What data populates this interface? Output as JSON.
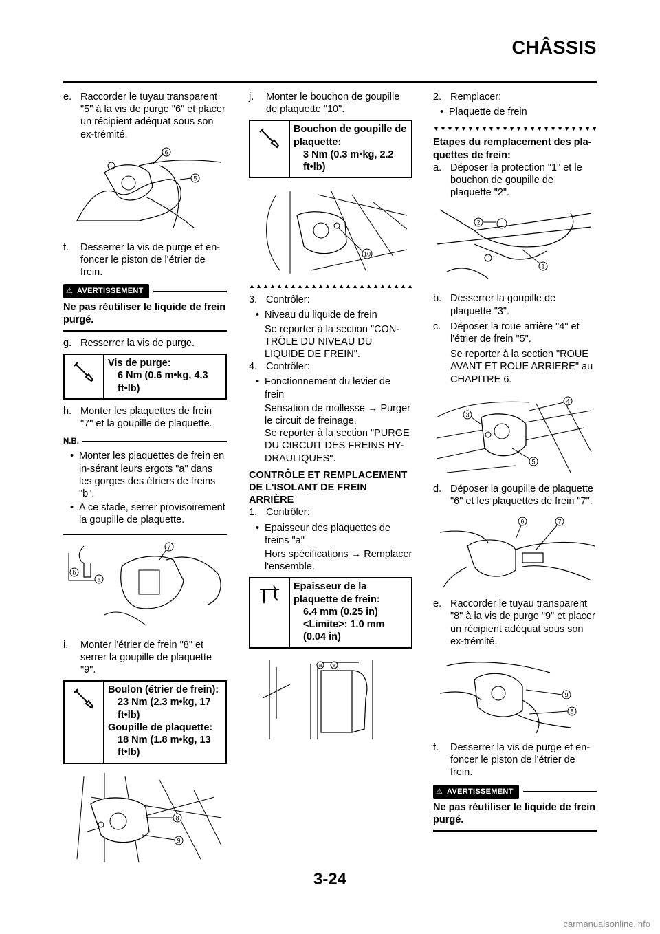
{
  "header": {
    "title": "CHÂSSIS"
  },
  "page_number": "3-24",
  "watermark": "carmanualsonline.info",
  "col1": {
    "e": {
      "letter": "e.",
      "text": "Raccorder le tuyau transparent \"5\" à la vis de purge \"6\" et placer un récipient adéquat sous son ex-trémité."
    },
    "fig1_labels": [
      "6",
      "5"
    ],
    "f": {
      "letter": "f.",
      "text": "Desserrer la vis de purge et en-foncer le piston de l'étrier de frein."
    },
    "warning": {
      "badge": "AVERTISSEMENT",
      "text": "Ne pas réutiliser le liquide de frein purgé."
    },
    "g": {
      "letter": "g.",
      "text": "Resserrer la vis de purge."
    },
    "spec1": {
      "title": "Vis de purge:",
      "value": "6 Nm (0.6 m•kg, 4.3 ft•lb)"
    },
    "h": {
      "letter": "h.",
      "text": "Monter les plaquettes de frein \"7\" et la goupille de plaquette."
    },
    "nb": {
      "label": "N.B.",
      "items": [
        "Monter les plaquettes de frein en in-sérant leurs ergots \"a\" dans les gorges des étriers de freins \"b\".",
        "A ce stade, serrer provisoirement la goupille de plaquette."
      ]
    },
    "fig2_labels": [
      "7",
      "b",
      "a"
    ],
    "i": {
      "letter": "i.",
      "text": "Monter l'étrier de frein \"8\" et serrer la goupille de plaquette \"9\"."
    },
    "spec2": {
      "title1": "Boulon (étrier de frein):",
      "value1": "23 Nm (2.3 m•kg, 17 ft•lb)",
      "title2": "Goupille de plaquette:",
      "value2": "18 Nm (1.8 m•kg, 13 ft•lb)"
    },
    "fig3_labels": [
      "8",
      "9"
    ]
  },
  "col2": {
    "j": {
      "letter": "j.",
      "text": "Monter le bouchon de goupille de plaquette \"10\"."
    },
    "spec3": {
      "title": "Bouchon de goupille de plaquette:",
      "value": "3 Nm (0.3 m•kg, 2.2 ft•lb)"
    },
    "fig4_labels": [
      "10"
    ],
    "triangles": "▲▲▲▲▲▲▲▲▲▲▲▲▲▲▲▲▲▲▲▲▲▲▲▲▲▲▲",
    "s3": {
      "num": "3.",
      "text": "Contrôler:"
    },
    "s3_bullet": "Niveau du liquide de frein",
    "s3_ref": "Se reporter à la section \"CON-TRÔLE DU NIVEAU DU LIQUIDE DE FREIN\".",
    "s4": {
      "num": "4.",
      "text": "Contrôler:"
    },
    "s4_bullet": "Fonctionnement du levier de frein",
    "s4_result": "Sensation de mollesse → Purger le circuit de freinage.",
    "s4_ref": "Se reporter à la section \"PURGE DU CIRCUIT DES FREINS HY-DRAULIQUES\".",
    "section_title": "CONTRÔLE ET REMPLACEMENT DE L'ISOLANT DE FREIN ARRIÈRE",
    "s1": {
      "num": "1.",
      "text": "Contrôler:"
    },
    "s1_bullet": "Epaisseur des plaquettes de freins \"a\"",
    "s1_result": "Hors spécifications → Remplacer l'ensemble.",
    "spec4": {
      "title": "Epaisseur de la plaquette de frein:",
      "value1": "6.4 mm (0.25 in)",
      "value2": "<Limite>: 1.0 mm (0.04 in)"
    },
    "fig5_labels": [
      "a",
      "a"
    ]
  },
  "col3": {
    "s2": {
      "num": "2.",
      "text": "Remplacer:"
    },
    "s2_bullet": "Plaquette de frein",
    "triangles": "▼▼▼▼▼▼▼▼▼▼▼▼▼▼▼▼▼▼▼▼▼▼▼▼▼▼▼",
    "steps_title": "Etapes du remplacement des pla-quettes de frein:",
    "a": {
      "letter": "a.",
      "text": "Déposer la protection \"1\" et le bouchon de goupille de plaquette \"2\"."
    },
    "fig6_labels": [
      "2",
      "1"
    ],
    "b": {
      "letter": "b.",
      "text": "Desserrer la goupille de plaquette \"3\"."
    },
    "c": {
      "letter": "c.",
      "text": "Déposer la roue arrière \"4\" et l'étrier de frein \"5\"."
    },
    "c_ref": "Se reporter à la section \"ROUE AVANT ET ROUE ARRIERE\" au CHAPITRE 6.",
    "fig7_labels": [
      "4",
      "3",
      "5"
    ],
    "d": {
      "letter": "d.",
      "text": "Déposer la goupille de plaquette \"6\" et les plaquettes de frein \"7\"."
    },
    "fig8_labels": [
      "6",
      "7"
    ],
    "e": {
      "letter": "e.",
      "text": "Raccorder le tuyau transparent \"8\" à la vis de purge \"9\" et placer un récipient adéquat sous son ex-trémité."
    },
    "fig9_labels": [
      "9",
      "8"
    ],
    "f": {
      "letter": "f.",
      "text": "Desserrer la vis de purge et en-foncer le piston de l'étrier de frein."
    },
    "warning": {
      "badge": "AVERTISSEMENT",
      "text": "Ne pas réutiliser le liquide de frein purgé."
    }
  }
}
